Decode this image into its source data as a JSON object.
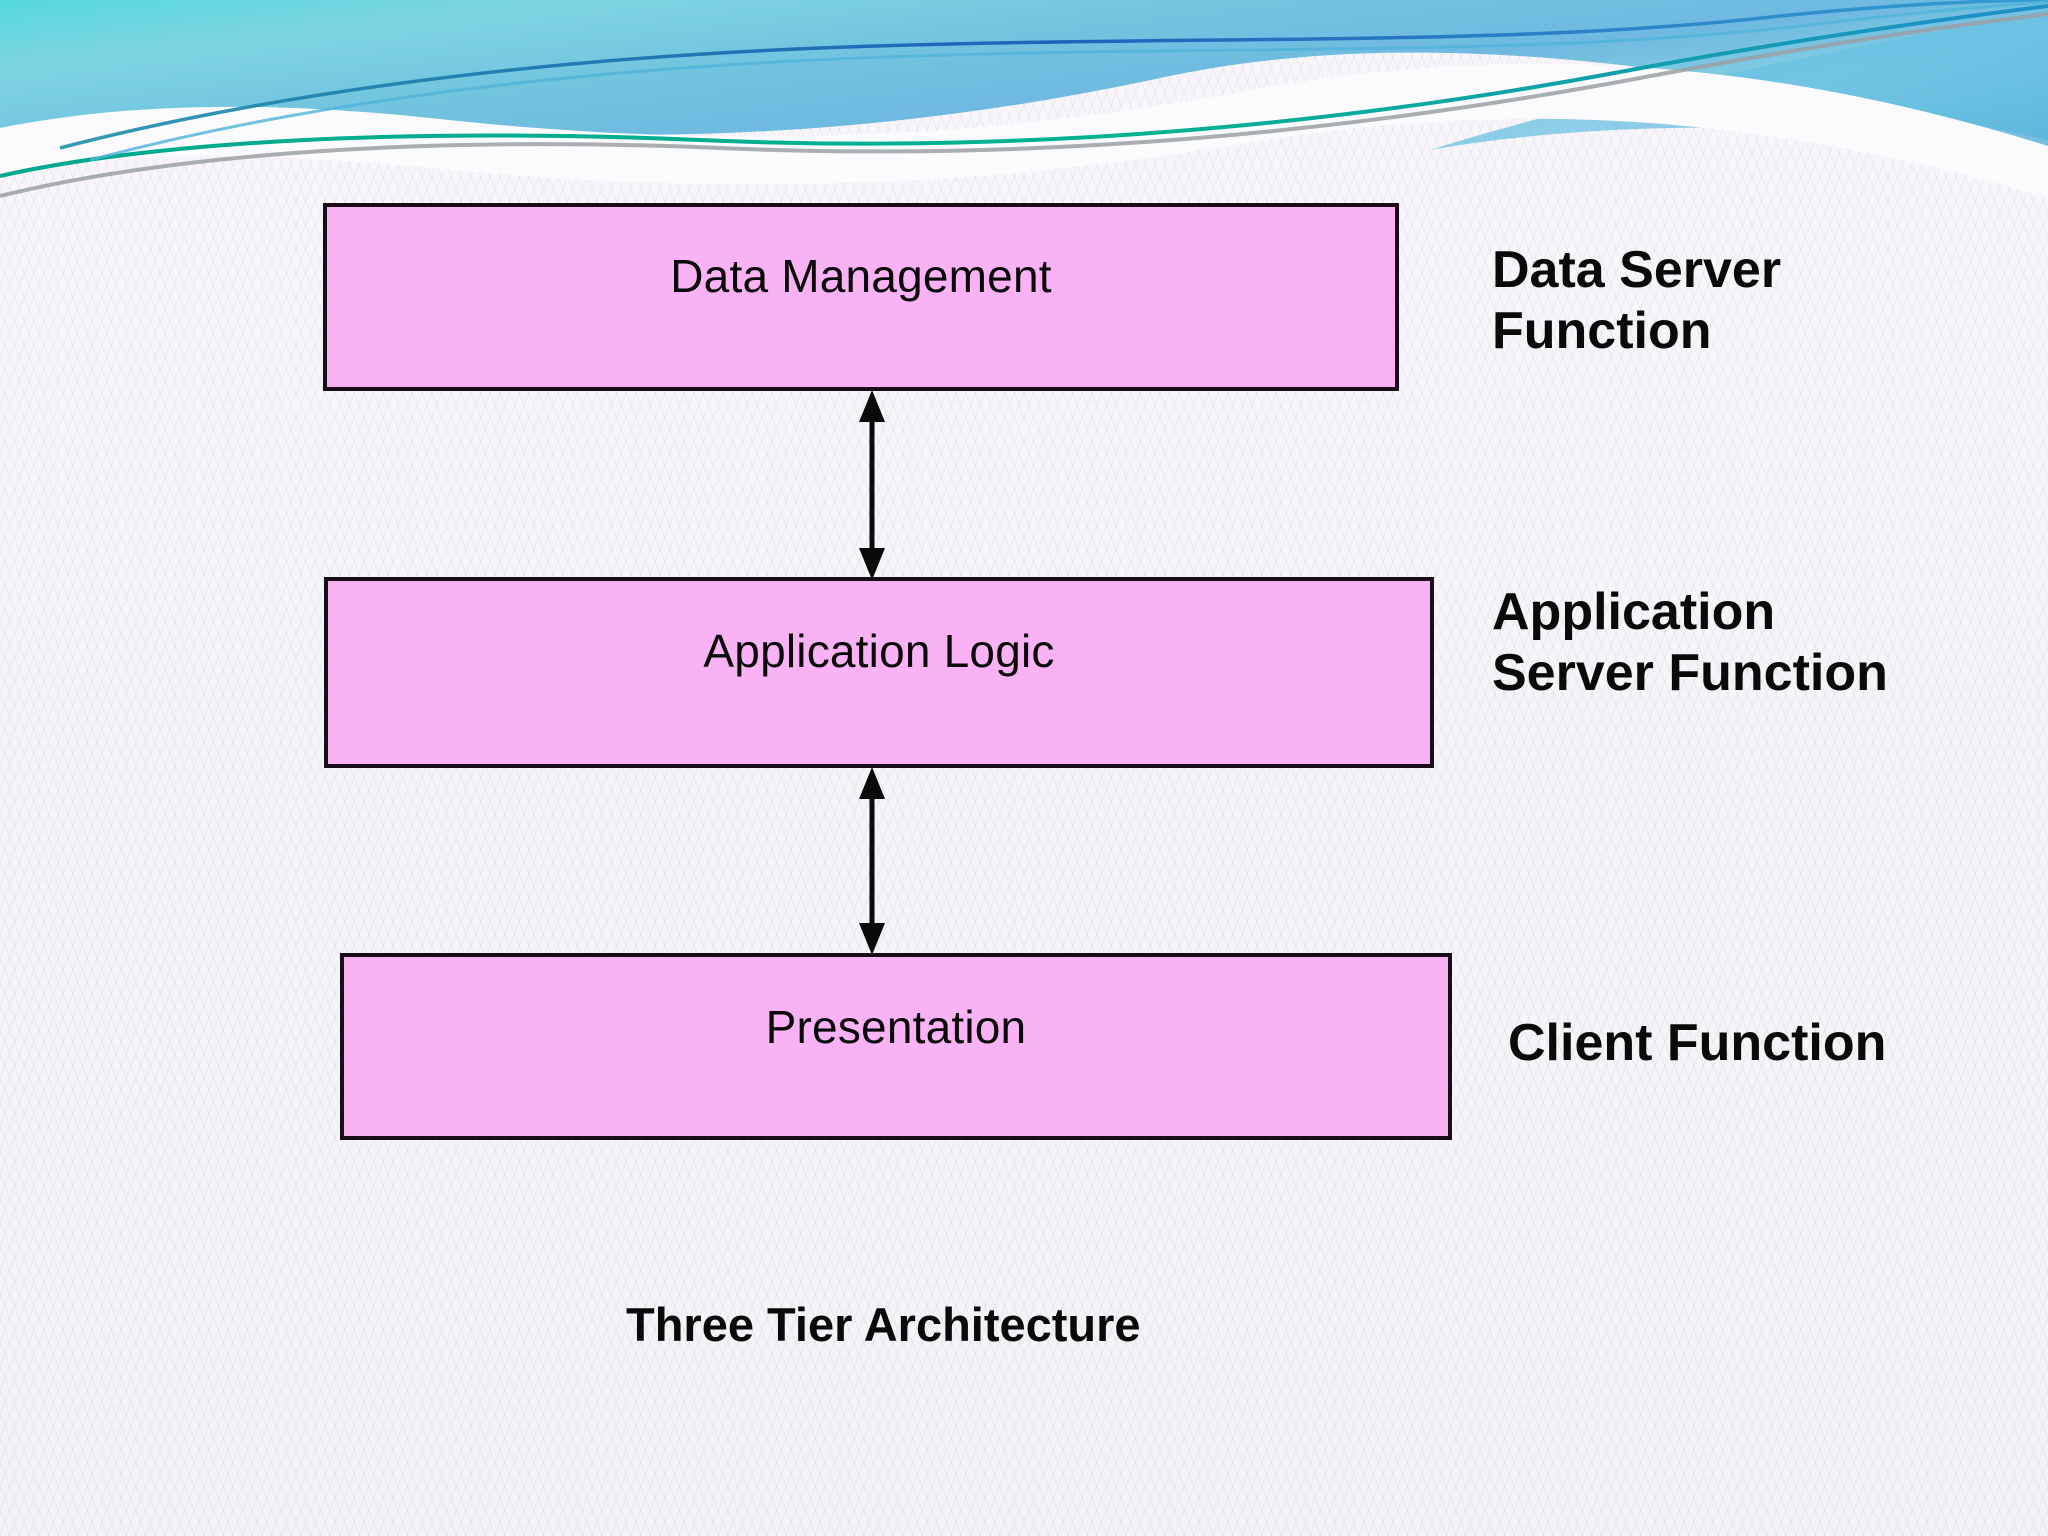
{
  "slide": {
    "caption": "Three Tier Architecture",
    "background_color": "#f7f5f8",
    "banner_accent_color": "#5ec8dc"
  },
  "diagram": {
    "type": "three-tier-architecture",
    "box_fill_color": "#f9b2f3",
    "box_border_color": "#1a0d18",
    "tiers": [
      {
        "id": "data-management",
        "box_label": "Data Management",
        "side_label": "Data Server\nFunction"
      },
      {
        "id": "application-logic",
        "box_label": "Application Logic",
        "side_label": "Application\nServer Function"
      },
      {
        "id": "presentation",
        "box_label": "Presentation",
        "side_label": "Client Function"
      }
    ],
    "connectors": [
      {
        "id": "data-to-app",
        "style": "double-headed-arrow",
        "from": "data-management",
        "to": "application-logic"
      },
      {
        "id": "app-to-presentation",
        "style": "double-headed-arrow",
        "from": "application-logic",
        "to": "presentation"
      }
    ]
  }
}
